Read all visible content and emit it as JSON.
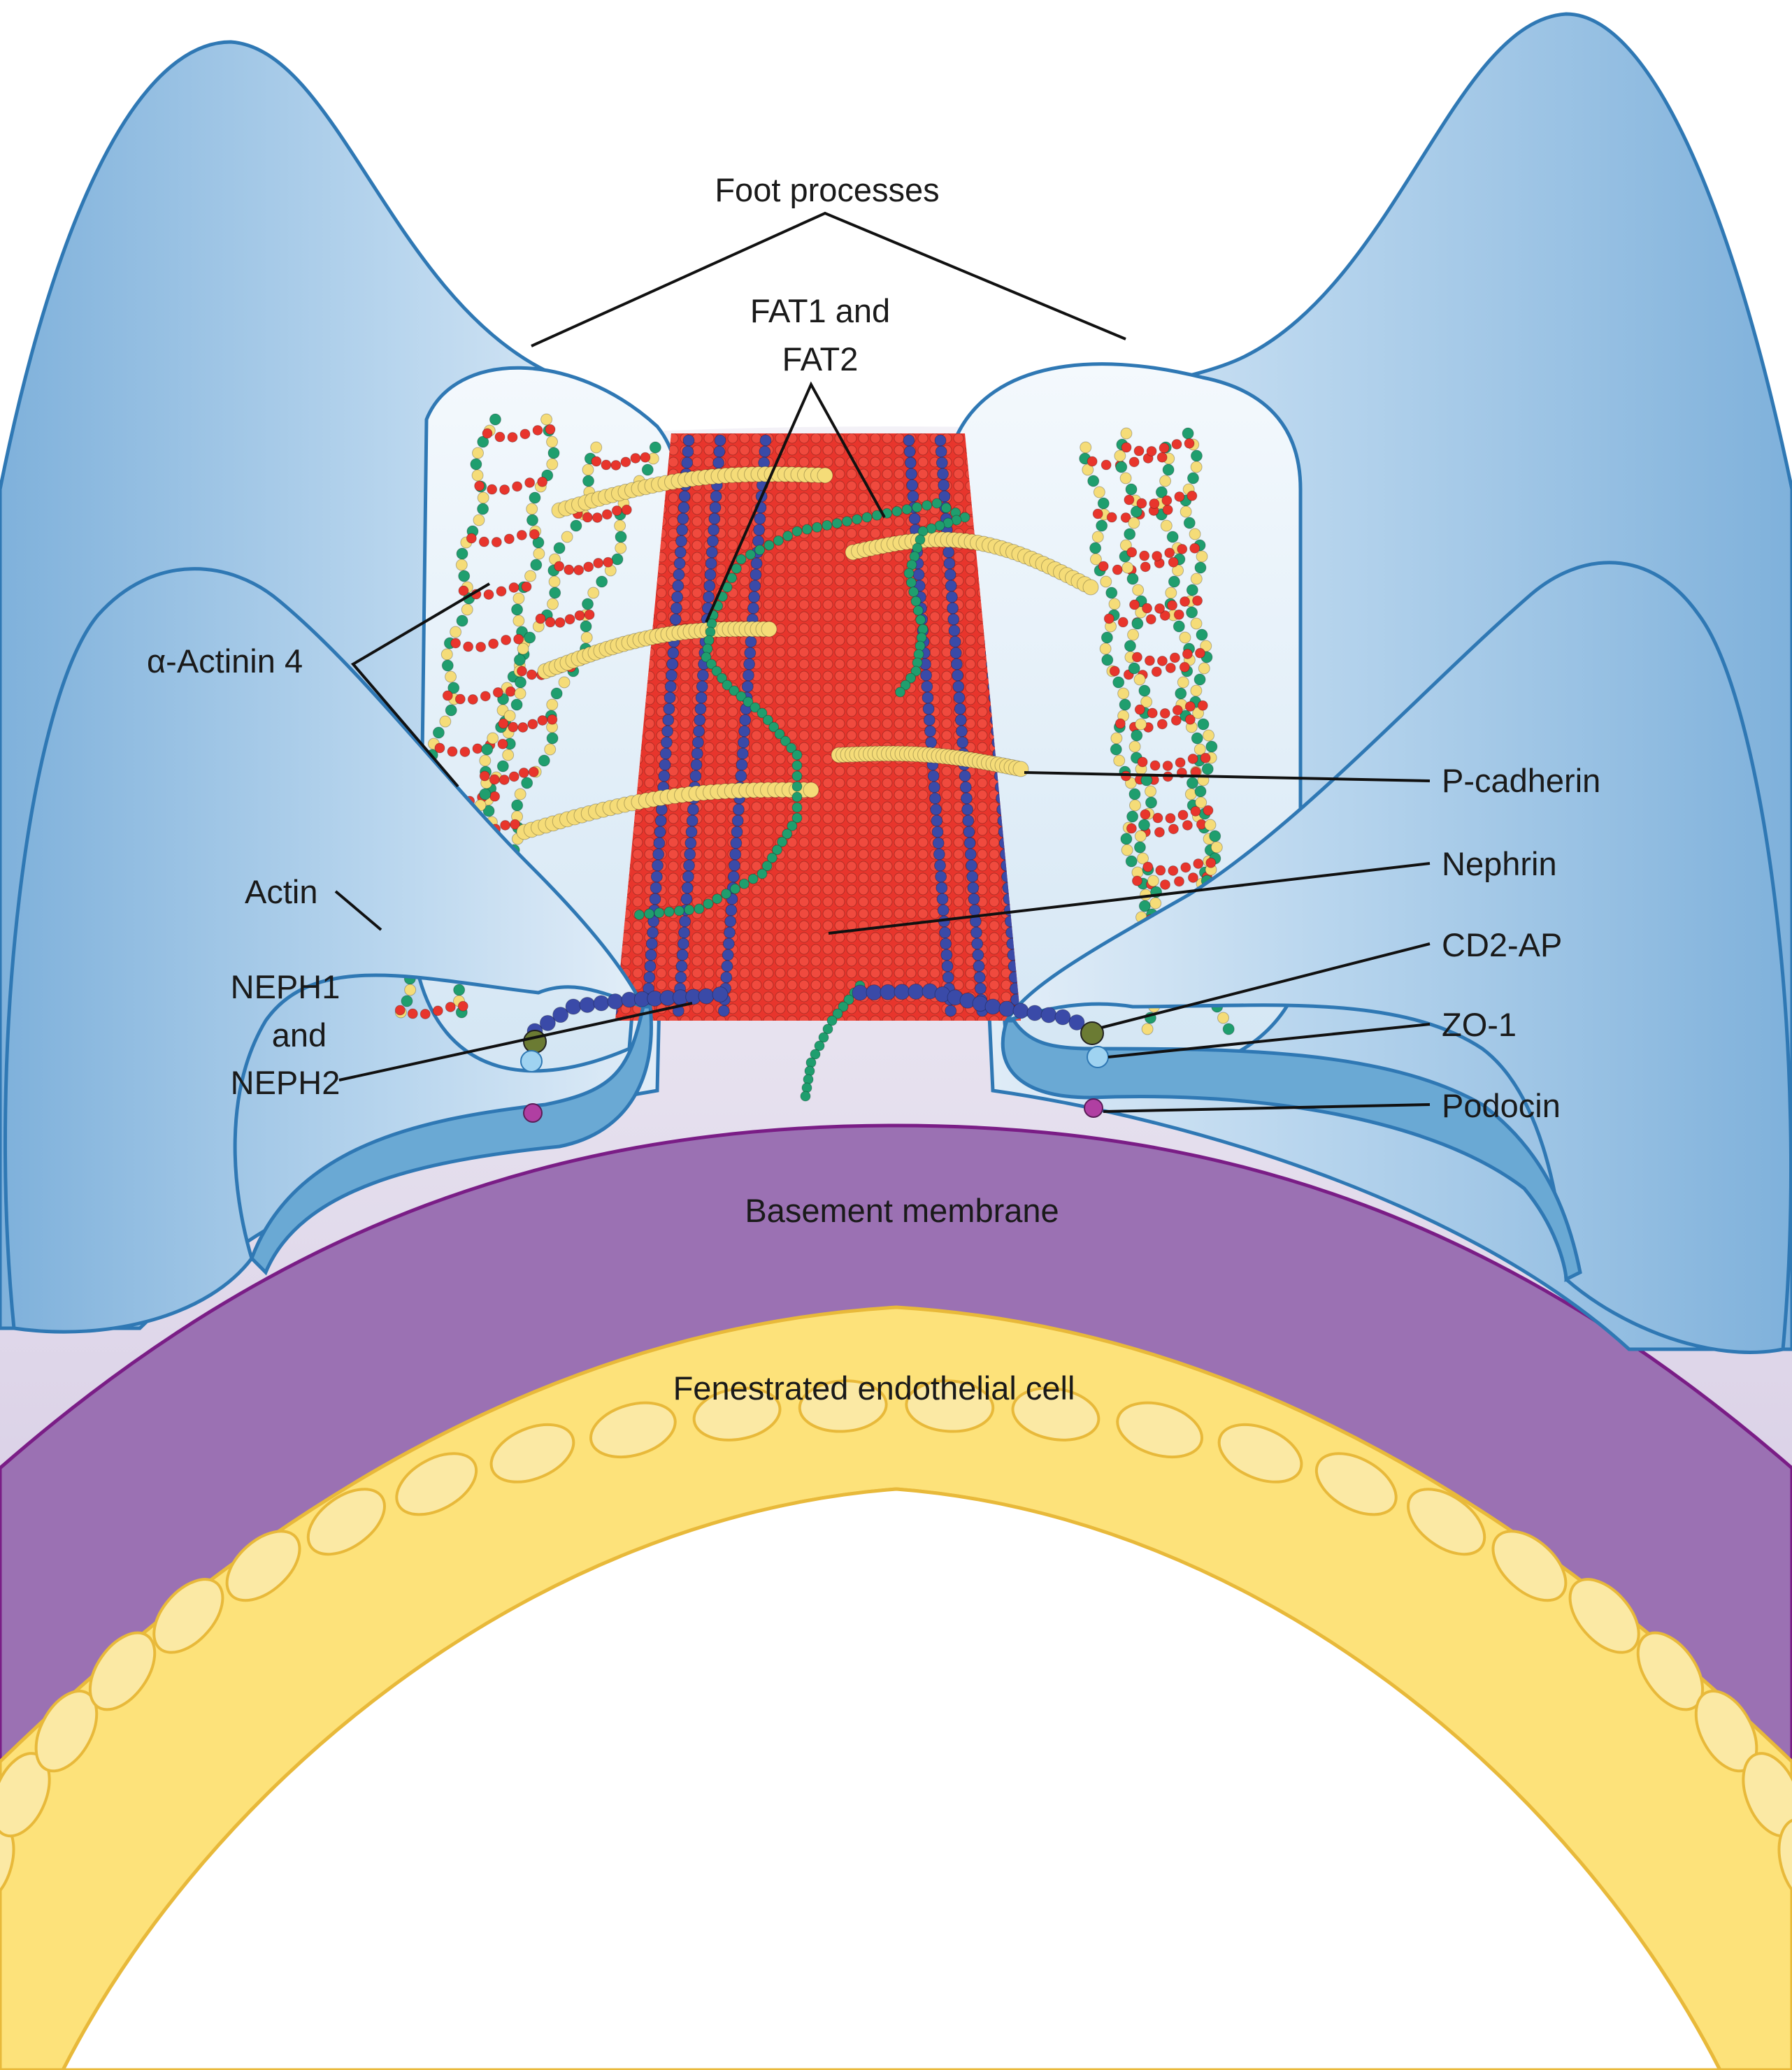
{
  "labels": {
    "foot_processes": "Foot processes",
    "fat_line1": "FAT1 and",
    "fat_line2": "FAT2",
    "actinin": "α-Actinin 4",
    "p_cadherin": "P-cadherin",
    "nephrin": "Nephrin",
    "actin": "Actin",
    "cd2ap": "CD2-AP",
    "neph_line1": "NEPH1",
    "neph_line2": "and",
    "neph_line3": "NEPH2",
    "zo1": "ZO-1",
    "podocin": "Podocin",
    "basement_membrane": "Basement membrane",
    "endothelial": "Fenestrated endothelial cell"
  },
  "colors": {
    "foot_process_fill": "#a9cbe6",
    "foot_process_edge": "#2f78b4",
    "foot_process_rim": "#6aa9d4",
    "membrane": "#9b71b3",
    "membrane_edge": "#7a1d86",
    "background_lilac": "#cdbfdf",
    "endothelial_fill": "#fde27a",
    "endothelial_edge": "#e8b93a",
    "actin_bead": "#e8352c",
    "nephrin_bead": "#3a4aa8",
    "cadherin_bead": "#f5dc78",
    "fat_bead": "#1f9e6e",
    "cd2ap_bead": "#6b7b33",
    "zo1_bead": "#9fd3f1",
    "podocin_bead": "#b03fa2"
  }
}
